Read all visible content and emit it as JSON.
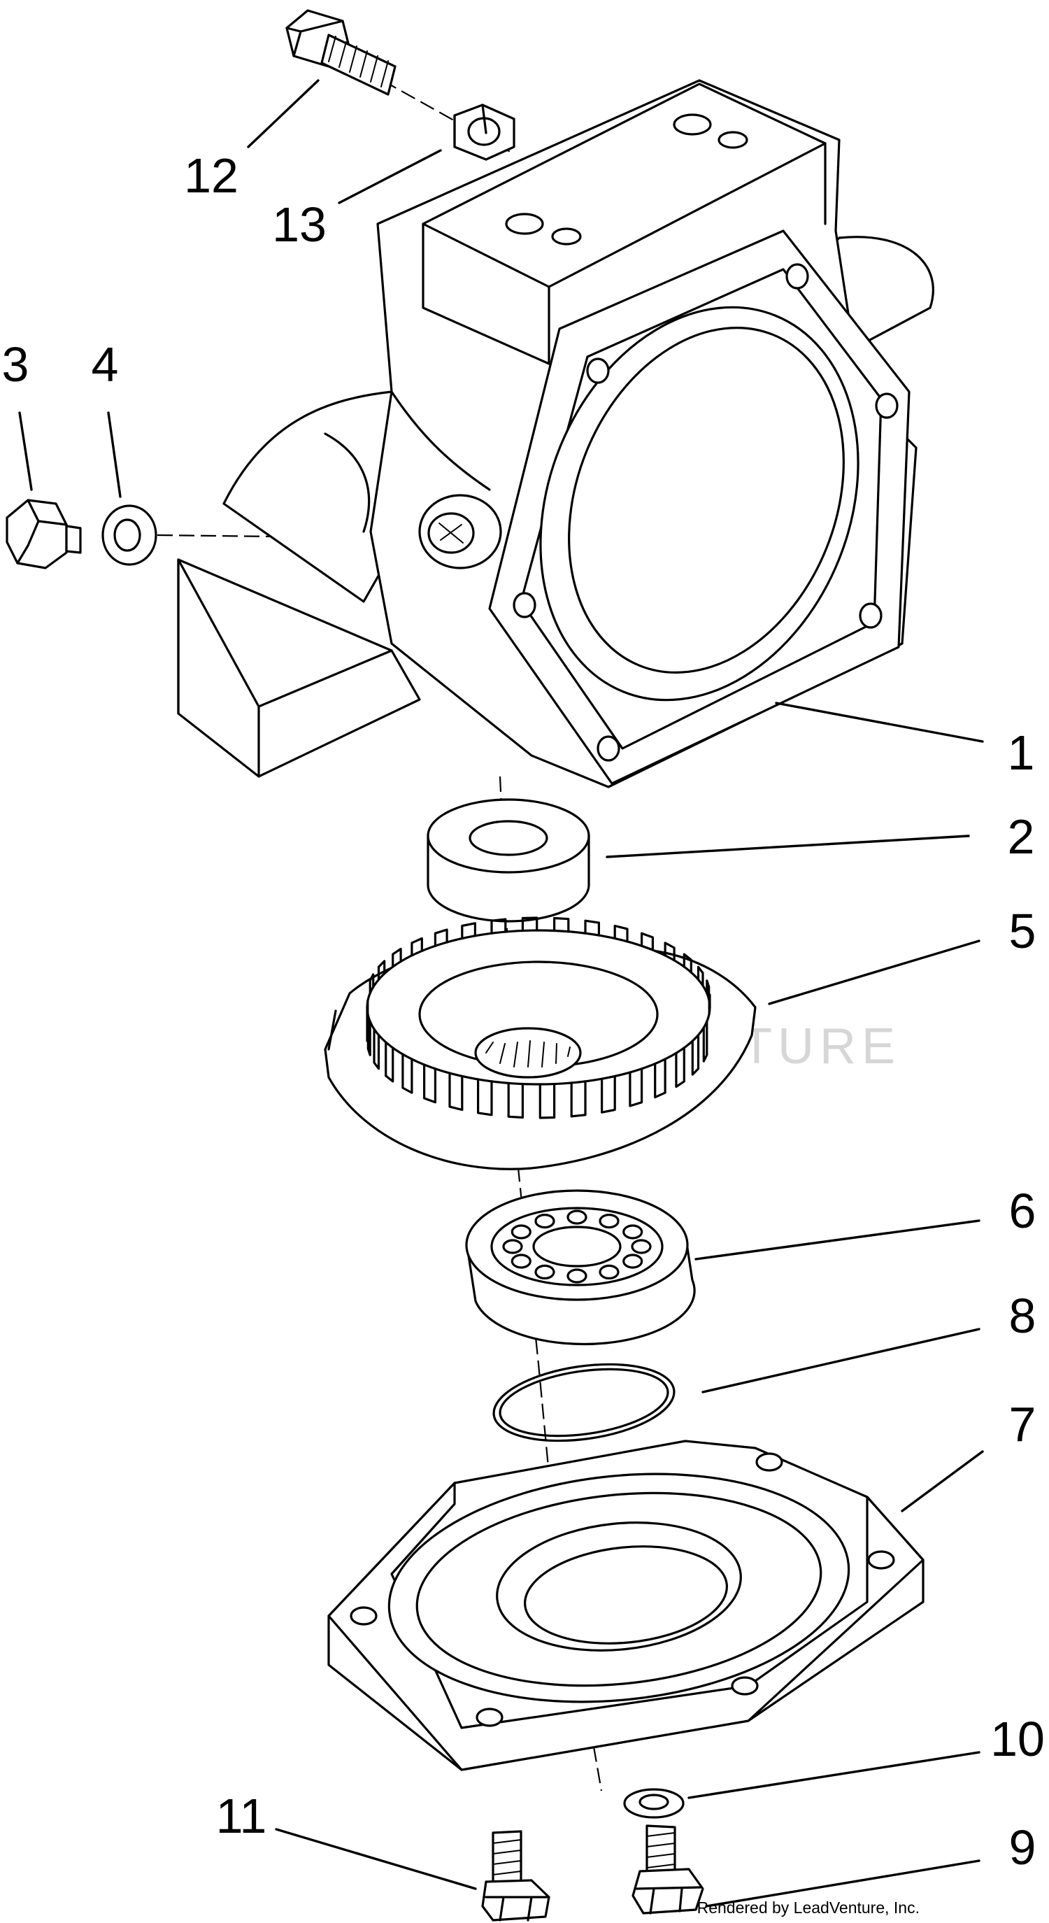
{
  "diagram": {
    "callouts": [
      {
        "id": "1",
        "label": "1"
      },
      {
        "id": "2",
        "label": "2"
      },
      {
        "id": "3",
        "label": "3"
      },
      {
        "id": "4",
        "label": "4"
      },
      {
        "id": "5",
        "label": "5"
      },
      {
        "id": "6",
        "label": "6"
      },
      {
        "id": "7",
        "label": "7"
      },
      {
        "id": "8",
        "label": "8"
      },
      {
        "id": "9",
        "label": "9"
      },
      {
        "id": "10",
        "label": "10"
      },
      {
        "id": "11",
        "label": "11"
      },
      {
        "id": "12",
        "label": "12"
      },
      {
        "id": "13",
        "label": "13"
      }
    ],
    "watermark": "ADVENTURE",
    "credit": "Rendered by LeadVenture, Inc."
  }
}
